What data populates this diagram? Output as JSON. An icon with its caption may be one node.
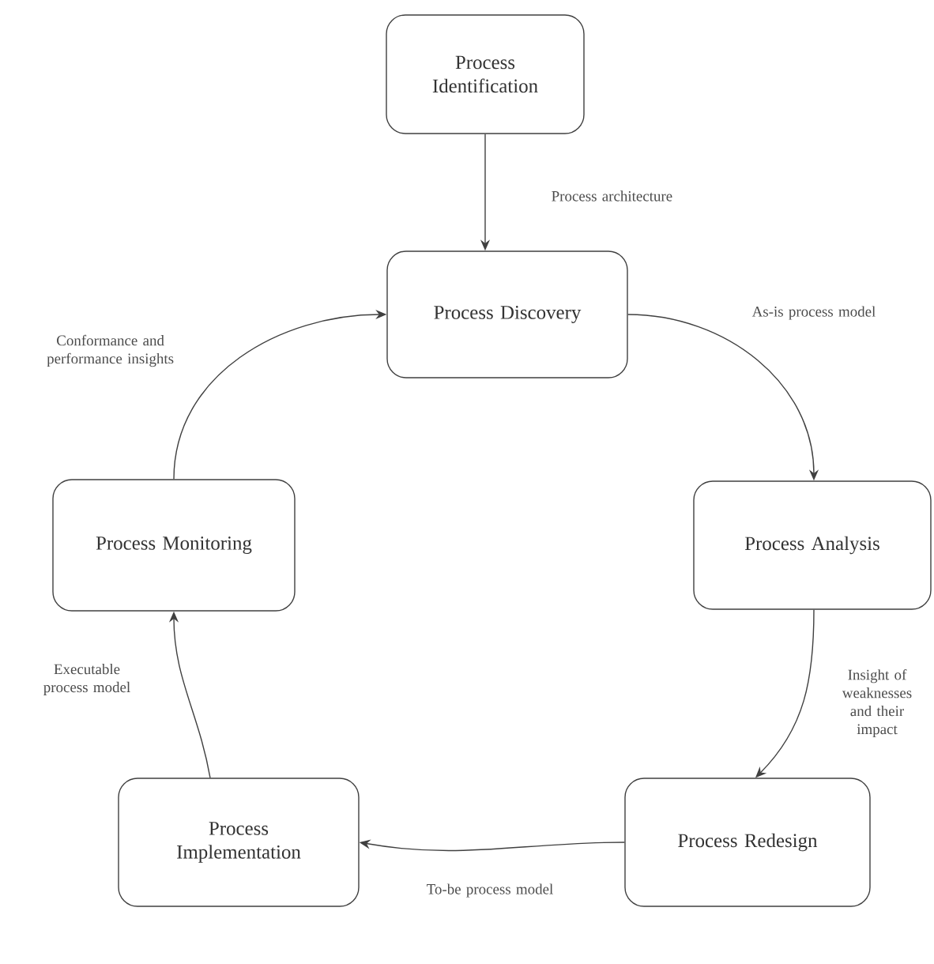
{
  "diagram": {
    "nodes": [
      {
        "text": [
          "Process Identification"
        ]
      },
      {
        "text": [
          "Process Discovery"
        ]
      },
      {
        "text": [
          "Process Analysis"
        ]
      },
      {
        "text": [
          "Process Redesign"
        ]
      },
      {
        "text": [
          "Process Implementation"
        ]
      },
      {
        "text": [
          "Process Monitoring"
        ]
      }
    ],
    "edges": [
      {
        "from": 0,
        "to": 1,
        "arrow": "to",
        "label": "Process architecture"
      },
      {
        "from": 1,
        "to": 2,
        "arrow": "to",
        "label": "As-is process model"
      },
      {
        "from": 2,
        "to": 3,
        "arrow": "to",
        "label": "Insight of weaknesses and their impact"
      },
      {
        "from": 3,
        "to": 4,
        "arrow": "to",
        "label": "To-be process model"
      },
      {
        "from": 4,
        "to": 5,
        "arrow": "to",
        "label": "Executable process model"
      },
      {
        "from": 5,
        "to": 1,
        "arrow": "to",
        "label": "Conformance and performance insights"
      }
    ]
  }
}
